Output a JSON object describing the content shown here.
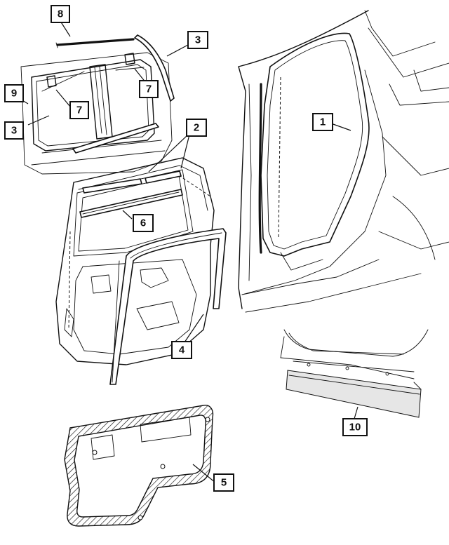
{
  "callouts": [
    {
      "id": "c8",
      "label": "8"
    },
    {
      "id": "c3a",
      "label": "3"
    },
    {
      "id": "c9",
      "label": "9"
    },
    {
      "id": "c7a",
      "label": "7"
    },
    {
      "id": "c7b",
      "label": "7"
    },
    {
      "id": "c3b",
      "label": "3"
    },
    {
      "id": "c1",
      "label": "1"
    },
    {
      "id": "c2",
      "label": "2"
    },
    {
      "id": "c6",
      "label": "6"
    },
    {
      "id": "c4",
      "label": "4"
    },
    {
      "id": "c10",
      "label": "10"
    },
    {
      "id": "c5",
      "label": "5"
    }
  ]
}
